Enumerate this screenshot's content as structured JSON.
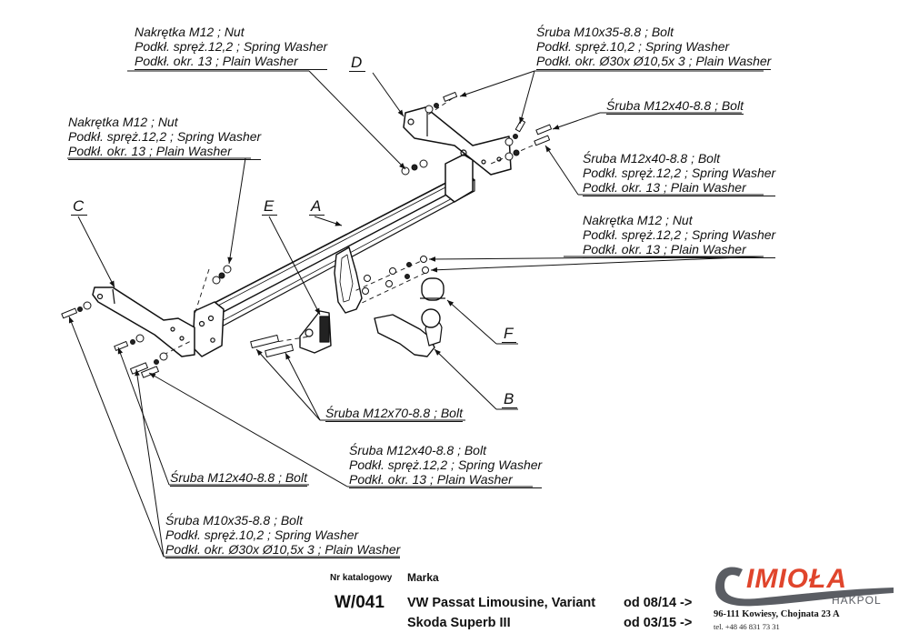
{
  "callouts": {
    "top_left_nut": {
      "lines": [
        "Nakrętka  M12 ; Nut",
        "Podkł. spręż.12,2 ; Spring Washer",
        "Podkł. okr. 13 ; Plain Washer"
      ]
    },
    "top_right_bolt_m10": {
      "lines": [
        "Śruba M10x35-8.8 ;  Bolt",
        "Podkł. spręż.10,2 ; Spring Washer",
        "Podkł. okr.  Ø30x Ø10,5x 3 ; Plain Washer"
      ]
    },
    "left_nut": {
      "lines": [
        "Nakrętka  M12 ; Nut",
        "Podkł. spręż.12,2 ; Spring Washer",
        "Podkł. okr. 13 ; Plain Washer"
      ]
    },
    "right_bolt_m12_single": {
      "lines": [
        "Śruba M12x40-8.8 ;  Bolt"
      ]
    },
    "right_bolt_m12_set": {
      "lines": [
        "Śruba M12x40-8.8 ;  Bolt",
        "Podkł. spręż.12,2 ; Spring Washer",
        "Podkł. okr. 13 ; Plain Washer"
      ]
    },
    "right_nut": {
      "lines": [
        "Nakrętka  M12 ; Nut",
        "Podkł. spręż.12,2 ; Spring Washer",
        "Podkł. okr. 13 ; Plain Washer"
      ]
    },
    "center_bolt_m12x70": {
      "lines": [
        "Śruba M12x70-8.8 ;  Bolt"
      ]
    },
    "center_bolt_m12_set": {
      "lines": [
        "Śruba M12x40-8.8 ;  Bolt",
        "Podkł. spręż.12,2 ; Spring Washer",
        "Podkł. okr. 13 ; Plain Washer"
      ]
    },
    "bottom_left_bolt_m12": {
      "lines": [
        "Śruba M12x40-8.8 ;  Bolt"
      ]
    },
    "bottom_left_bolt_m10": {
      "lines": [
        "Śruba M10x35-8.8 ;  Bolt",
        "Podkł. spręż.10,2 ; Spring Washer",
        "Podkł. okr.  Ø30x Ø10,5x 3 ; Plain Washer"
      ]
    }
  },
  "part_letters": {
    "A": "A",
    "B": "B",
    "C": "C",
    "D": "D",
    "E": "E",
    "F": "F"
  },
  "title_block": {
    "catalog_label": "Nr katalogowy",
    "brand_label": "Marka",
    "catalog_number": "W/041",
    "vehicles": [
      {
        "name": "VW Passat Limousine, Variant",
        "from": "od 08/14 ->"
      },
      {
        "name": "Skoda Superb III",
        "from": "od 03/15 ->"
      }
    ]
  },
  "company": {
    "logo_text": "IMIOŁA",
    "logo_subtext": "HAKPOL",
    "address": "96-111 Kowiesy, Chojnata 23 A",
    "phone": "tel. +48 46 831 73 31",
    "brand_color": "#e0452c",
    "hook_color": "#5a5d63"
  }
}
